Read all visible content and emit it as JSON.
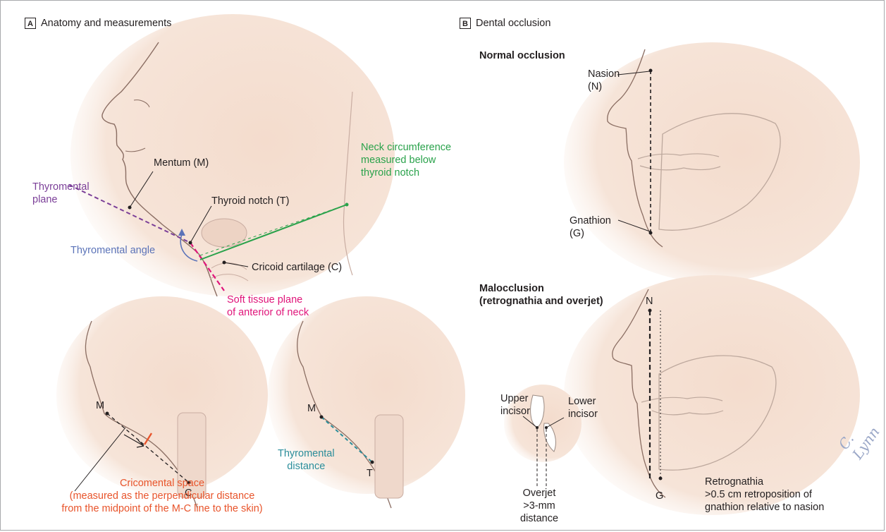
{
  "panel_a": {
    "tag": "A",
    "title": "Anatomy and measurements",
    "labels": {
      "mentum": "Mentum (M)",
      "thyroid_notch": "Thyroid notch (T)",
      "thyromental_plane": [
        "Thyromental",
        "plane"
      ],
      "neck_circumference": [
        "Neck circumference",
        "measured below",
        "thyroid notch"
      ],
      "thyromental_angle": "Thyromental angle",
      "cricoid": "Cricoid cartilage (C)",
      "soft_tissue": [
        "Soft tissue plane",
        "of anterior of neck"
      ],
      "m_left": "M",
      "c_left": "C",
      "m_right": "M",
      "t_right": "T",
      "thyromental_distance": [
        "Thyromental",
        "distance"
      ],
      "cricomental_space": [
        "Cricomental space",
        "(measured as the perpendicular distance",
        "from the midpoint of the M-C line to the skin)"
      ]
    }
  },
  "panel_b": {
    "tag": "B",
    "title": "Dental occlusion",
    "normal_heading": "Normal occlusion",
    "malocclusion_heading": [
      "Malocclusion",
      "(retrognathia and overjet)"
    ],
    "labels": {
      "nasion": [
        "Nasion",
        "(N)"
      ],
      "gnathion": [
        "Gnathion",
        "(G)"
      ],
      "n": "N",
      "g": "G",
      "upper_incisor": [
        "Upper",
        "incisor"
      ],
      "lower_incisor": [
        "Lower",
        "incisor"
      ],
      "overjet": [
        "Overjet",
        ">3-mm",
        "distance"
      ],
      "retrognathia": [
        "Retrognathia",
        ">0.5 cm retroposition of",
        "gnathion relative to nasion"
      ]
    },
    "signature": "C. Lynn"
  },
  "colors": {
    "green": "#2aa24b",
    "purple": "#7b3f98",
    "blue": "#5b73b8",
    "magenta": "#e0157a",
    "orange": "#e8542b",
    "teal": "#2a8d9a",
    "skin": "#f3d9c9"
  }
}
